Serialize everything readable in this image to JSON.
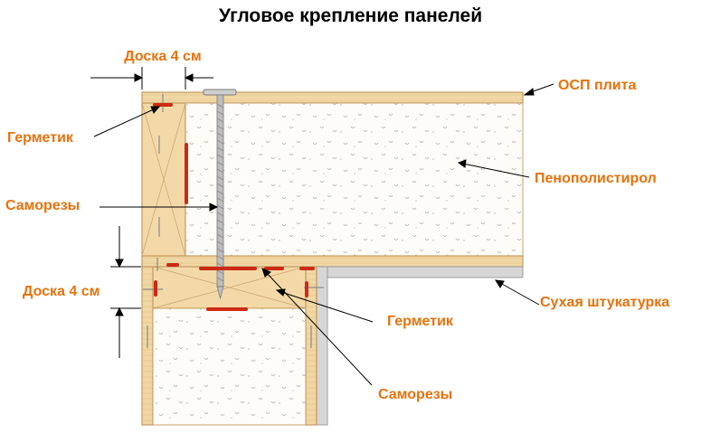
{
  "title": "Угловое крепление панелей",
  "colors": {
    "label": "#e8720c",
    "wood": "#f3d9a8",
    "wood_edge": "#b98b4e",
    "osb": "#f0d7a4",
    "foam": "#fdfcf6",
    "sealant": "#cc2a14",
    "drywall": "#d6d6d6",
    "screw": "#b8b8b8"
  },
  "labels": {
    "board_top": "Доска 4 см",
    "board_left": "Доска 4 см",
    "osb": "ОСП плита",
    "sealant_left": "Герметик",
    "screws_left": "Саморезы",
    "polystyrene": "Пенополистирол",
    "drywall": "Сухая штукатурка",
    "sealant_bottom": "Герметик",
    "screws_bottom": "Саморезы"
  }
}
